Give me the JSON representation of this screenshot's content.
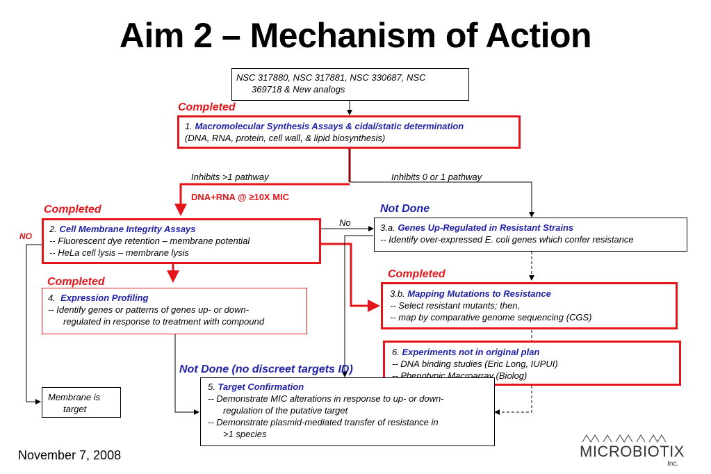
{
  "title": "Aim 2 – Mechanism of Action",
  "date": "November 7, 2008",
  "logo": {
    "name": "MICROBIOTIX",
    "suffix": "Inc."
  },
  "compounds": {
    "line1": "NSC 317880, NSC 317881, NSC 330687, NSC",
    "line2": "369718 & New analogs"
  },
  "step1": {
    "num": "1.",
    "title": "Macromolecular Synthesis Assays & cidal/static determination",
    "desc": "(DNA, RNA, protein, cell wall, & lipid biosynthesis)"
  },
  "step2": {
    "num": "2.",
    "title": "Cell Membrane Integrity Assays",
    "lines": [
      "-- Fluorescent dye retention – membrane potential",
      "-- HeLa cell lysis – membrane lysis"
    ]
  },
  "step3a": {
    "num": "3.a.",
    "title": "Genes Up-Regulated in Resistant Strains",
    "lines": [
      "-- Identify over-expressed E. coli genes which confer resistance"
    ]
  },
  "step3b": {
    "num": "3.b.",
    "title": "Mapping Mutations to Resistance",
    "lines": [
      "-- Select resistant mutants; then,",
      "-- map by comparative genome sequencing (CGS)"
    ]
  },
  "step4": {
    "num": "4.",
    "title": "Expression Profiling",
    "lines": [
      "-- Identify genes or patterns of genes up- or down-",
      "regulated in response to treatment with compound"
    ]
  },
  "step5": {
    "num": "5.",
    "title": "Target Confirmation",
    "lines": [
      "-- Demonstrate MIC alterations in response to up- or down-",
      "regulation of the putative target",
      "-- Demonstrate plasmid-mediated transfer of resistance in",
      ">1 species"
    ]
  },
  "step6": {
    "num": "6.",
    "title": "Experiments not in original plan",
    "lines": [
      "-- DNA binding studies (Eric Long, IUPUI)",
      "-- Phenotypic Macroarray (Biolog)"
    ]
  },
  "membrane": {
    "line1": "Membrane is",
    "line2": "target"
  },
  "labels": {
    "completed": "Completed",
    "not_done": "Not Done",
    "not_done_targets": "Not Done (no discreet targets ID)",
    "inhibits_many": "Inhibits >1 pathway",
    "inhibits_few": "Inhibits 0 or 1 pathway",
    "dna_rna": "DNA+RNA @ ≥10X MIC",
    "no_lower": "No",
    "no_upper": "NO"
  },
  "colors": {
    "red": "#e4141b",
    "blue": "#1f21a8",
    "black": "#000000"
  }
}
